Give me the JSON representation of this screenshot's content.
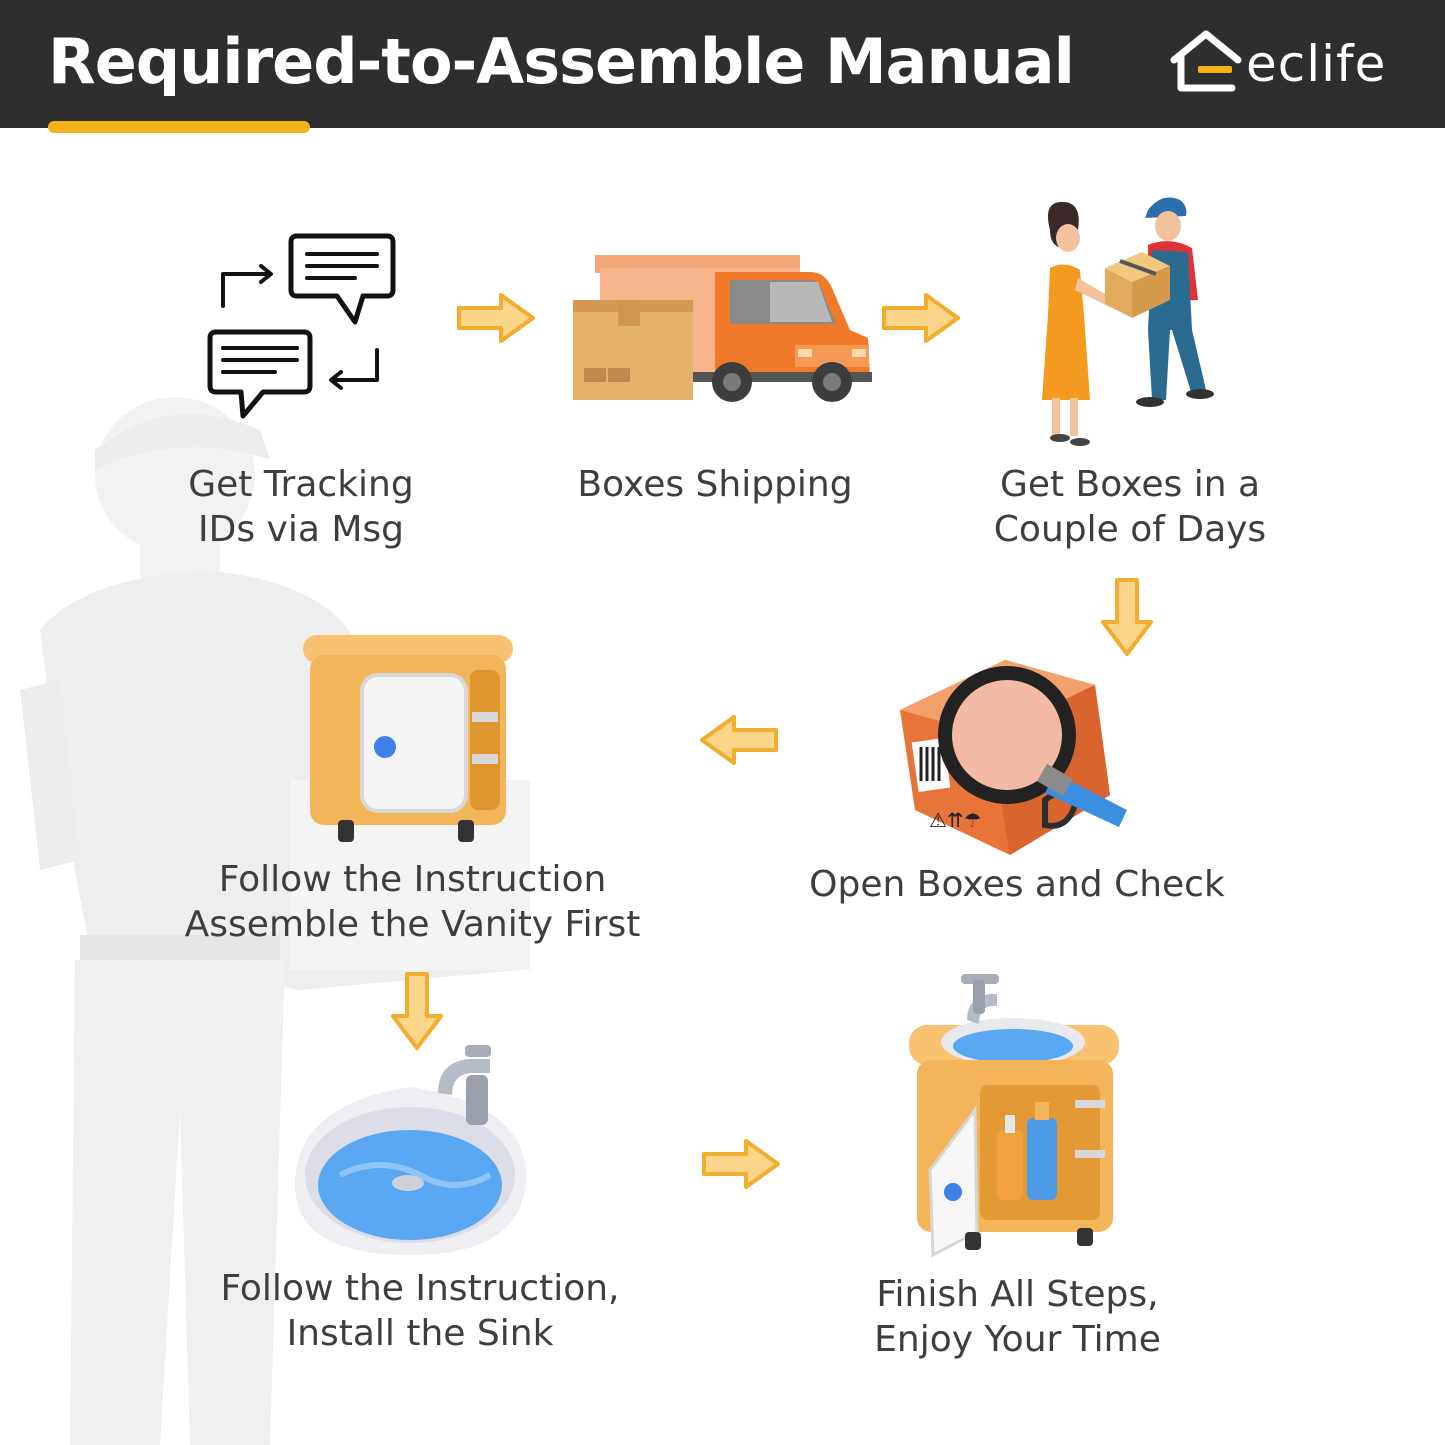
{
  "header": {
    "title": "Required-to-Assemble Manual",
    "brand": "eclife",
    "brand_color": "#f6b21b",
    "background": "#2e2e2e"
  },
  "steps": [
    {
      "line1": "Get Tracking",
      "line2": "IDs via Msg",
      "icon": "chat-bubbles-icon"
    },
    {
      "line1": "Boxes Shipping",
      "icon": "delivery-truck-icon"
    },
    {
      "line1": "Get Boxes in a",
      "line2": "Couple of Days",
      "icon": "courier-delivering-box-icon"
    },
    {
      "line1": "Open Boxes and Check",
      "icon": "box-magnifier-icon"
    },
    {
      "line1": "Follow the Instruction",
      "line2": "Assemble the Vanity First",
      "icon": "vanity-cabinet-icon"
    },
    {
      "line1": "Follow the Instruction,",
      "line2": "Install the Sink",
      "icon": "sink-basin-icon"
    },
    {
      "line1": "Finish All Steps,",
      "line2": "Enjoy Your Time",
      "icon": "finished-vanity-icon"
    }
  ],
  "colors": {
    "arrow_fill": "#fbd58a",
    "arrow_stroke": "#f2ad2e",
    "label_text": "#3e3e3e"
  }
}
